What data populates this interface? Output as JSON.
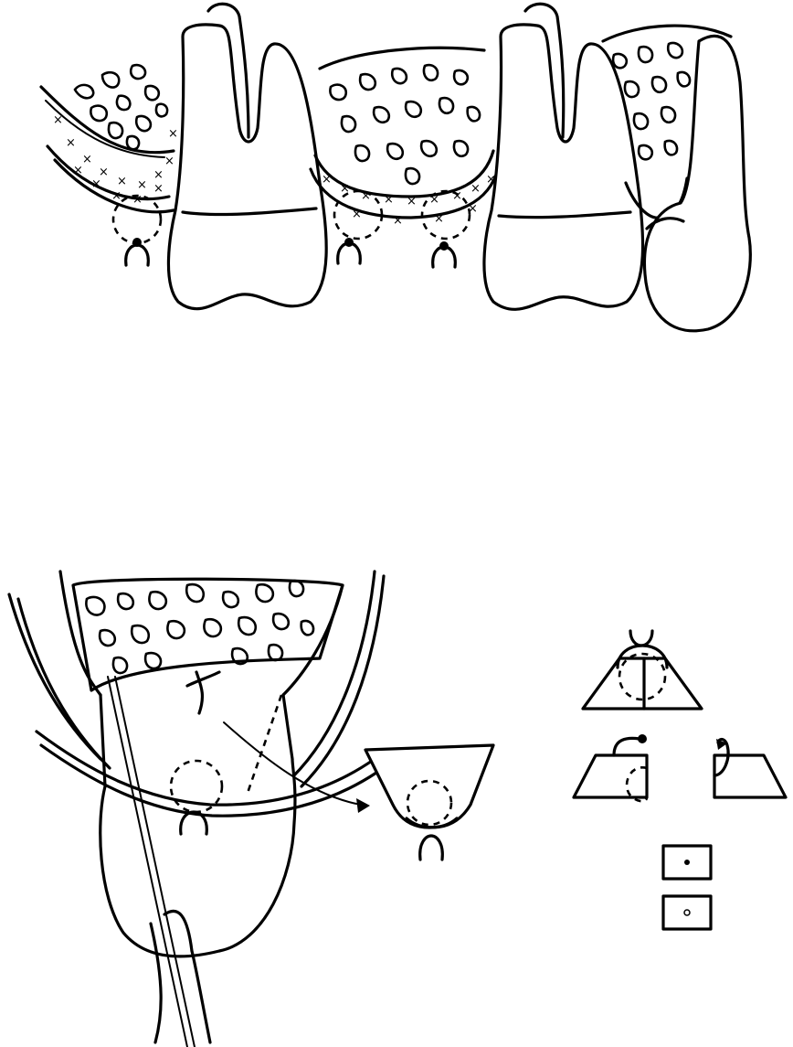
{
  "figure": {
    "panels": [
      {
        "id": "top",
        "content": "periodontal flap with interrupted sutures around teeth"
      },
      {
        "id": "bottom-left",
        "content": "tooth with sling suture and needle"
      },
      {
        "id": "bottom-middle",
        "content": "suture detail in flap section"
      },
      {
        "id": "bottom-right",
        "content": "suture knot steps"
      }
    ],
    "colors": {
      "ink": "#000000",
      "background": "#ffffff"
    }
  }
}
